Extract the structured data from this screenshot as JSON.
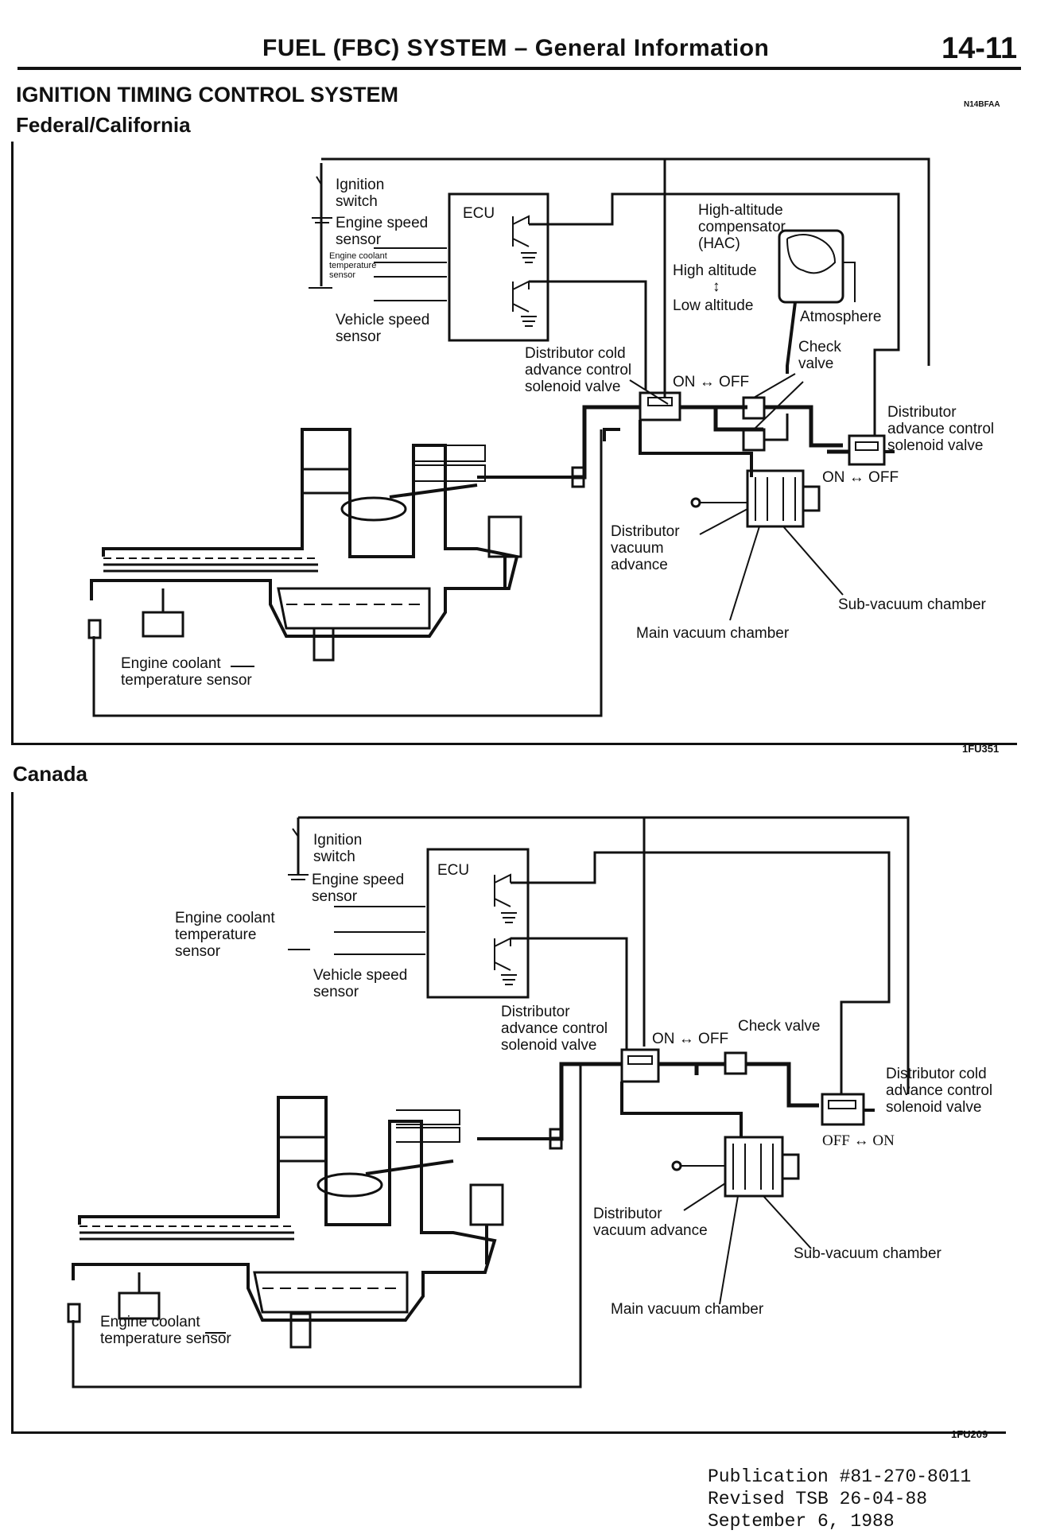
{
  "header": {
    "title": "FUEL (FBC) SYSTEM – General Information",
    "page_number": "14-11"
  },
  "section": {
    "title": "IGNITION TIMING CONTROL SYSTEM",
    "code": "N14BFAA"
  },
  "fig_federal": {
    "subtitle": "Federal/California",
    "figure_code": "1FU351",
    "labels": {
      "ignition_switch": "Ignition switch",
      "engine_speed_sensor": "Engine speed sensor",
      "engine_coolant_temp_sensor_small": "Engine coolant temperature sensor",
      "vehicle_speed_sensor": "Vehicle speed sensor",
      "ecu": "ECU",
      "hac": "High-altitude compensator (HAC)",
      "high_altitude": "High altitude",
      "low_altitude": "Low altitude",
      "arrow_updown": "↕",
      "atmosphere": "Atmosphere",
      "check_valve": "Check valve",
      "cold_advance_valve": "Distributor cold advance control solenoid valve",
      "on_off_1": "ON ↔ OFF",
      "advance_valve": "Distributor advance control solenoid valve",
      "on_off_2": "ON ↔ OFF",
      "vacuum_advance": "Distributor vacuum advance",
      "sub_vacuum": "Sub-vacuum chamber",
      "main_vacuum": "Main vacuum chamber",
      "coolant_sensor": "Engine coolant temperature sensor"
    }
  },
  "fig_canada": {
    "subtitle": "Canada",
    "figure_code": "1FU209",
    "labels": {
      "ignition_switch": "Ignition switch",
      "engine_speed_sensor": "Engine speed sensor",
      "engine_coolant_temp_sensor": "Engine coolant temperature sensor",
      "vehicle_speed_sensor": "Vehicle speed sensor",
      "ecu": "ECU",
      "advance_valve": "Distributor advance control solenoid valve",
      "on_off": "ON ↔ OFF",
      "check_valve": "Check valve",
      "cold_advance_valve": "Distributor cold advance control solenoid valve",
      "off_on": "OFF ↔ ON",
      "vacuum_advance": "Distributor vacuum advance",
      "sub_vacuum": "Sub-vacuum chamber",
      "main_vacuum": "Main vacuum chamber",
      "coolant_sensor": "Engine coolant temperature sensor"
    }
  },
  "publication": {
    "line1": "Publication #81-270-8011",
    "line2": "Revised TSB 26-04-88",
    "line3": "September 6, 1988"
  }
}
